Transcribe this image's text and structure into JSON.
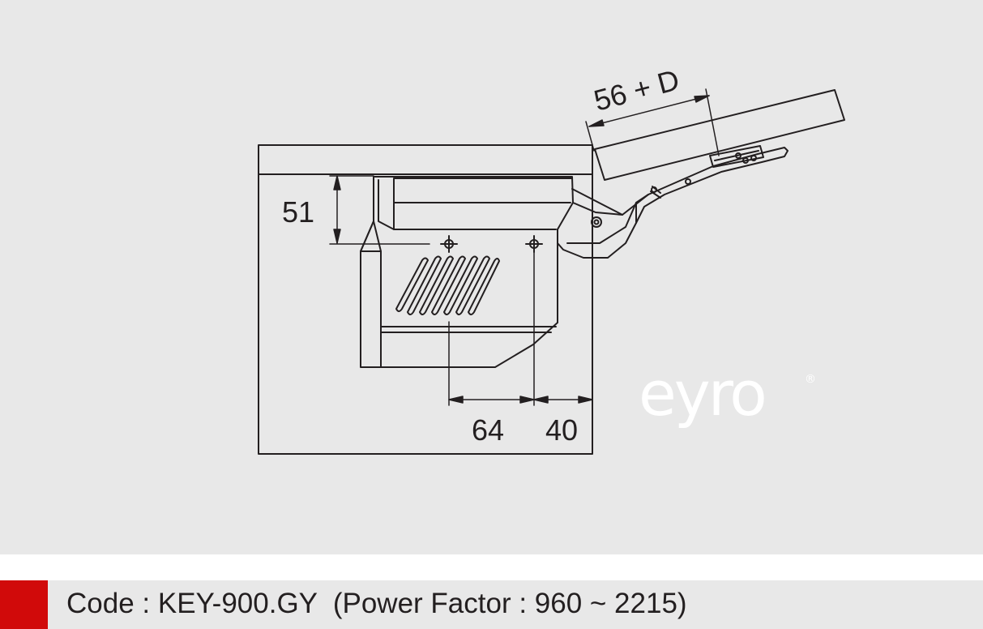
{
  "diagram": {
    "dimensions": {
      "top_offset": "51",
      "hole_spacing": "64",
      "edge_offset": "40",
      "door_offset": "56 + D"
    },
    "logo": {
      "text": "eyro",
      "mark": "®"
    },
    "colors": {
      "line": "#231f20",
      "panel_background": "#e8e8e8",
      "logo": "#ffffff"
    }
  },
  "footer": {
    "caption": "Code : KEY-900.GY  (Power Factor : 960 ~ 2215)",
    "accent_color": "#d10a0a"
  }
}
